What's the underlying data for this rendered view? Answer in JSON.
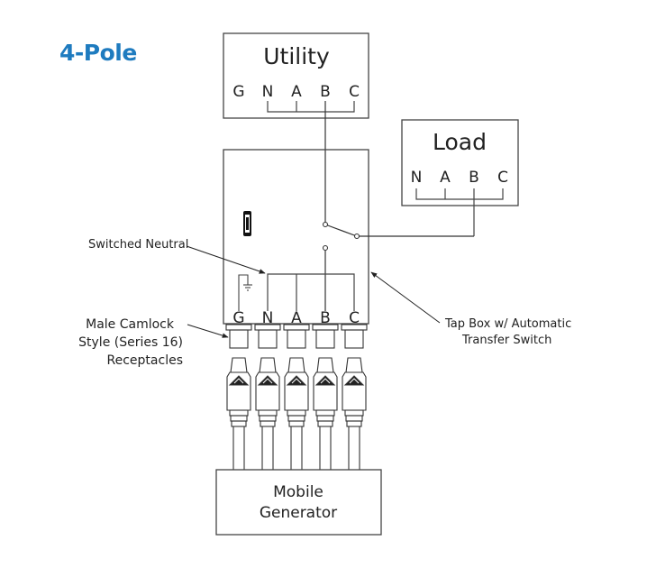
{
  "title": "4-Pole",
  "utility": {
    "label": "Utility",
    "terminals": [
      "G",
      "N",
      "A",
      "B",
      "C"
    ]
  },
  "load": {
    "label": "Load",
    "terminals": [
      "N",
      "A",
      "B",
      "C"
    ]
  },
  "tap_box": {
    "terminals": [
      "G",
      "N",
      "A",
      "B",
      "C"
    ]
  },
  "annotations": {
    "switched_neutral": "Switched Neutral",
    "camlock_line1": "Male Camlock",
    "camlock_line2": "Style (Series 16)",
    "camlock_line3": "Receptacles",
    "tapbox_line1": "Tap Box w/ Automatic",
    "tapbox_line2": "Transfer Switch"
  },
  "generator": {
    "line1": "Mobile",
    "line2": "Generator"
  },
  "colors": {
    "title": "#1e7bbf",
    "line": "#333333"
  }
}
